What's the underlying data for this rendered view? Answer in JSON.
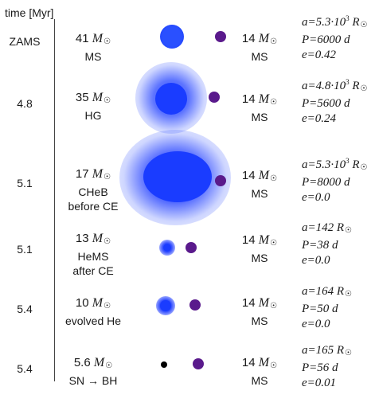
{
  "header": "time [Myr]",
  "rows": [
    {
      "time": "ZAMS",
      "primary_mass": "41",
      "primary_label": "MS",
      "companion_mass": "14",
      "companion_label": "MS",
      "a": "a=5.3·10",
      "a_exp": "3",
      "a_unit": "R",
      "P": "P=6000 d",
      "e": "e=0.42",
      "primary_color": "#1a3cff",
      "companion_color": "#5a1a8c"
    },
    {
      "time": "4.8",
      "primary_mass": "35",
      "primary_label": "HG",
      "companion_mass": "14",
      "companion_label": "MS",
      "a": "a=4.8·10",
      "a_exp": "3",
      "a_unit": "R",
      "P": "P=5600 d",
      "e": "e=0.24",
      "primary_color": "#1a3cff",
      "companion_color": "#5a1a8c"
    },
    {
      "time": "5.1",
      "primary_mass": "17",
      "primary_label": "CHeB",
      "primary_sub": "before CE",
      "companion_mass": "14",
      "companion_label": "MS",
      "a": "a=5.3·10",
      "a_exp": "3",
      "a_unit": "R",
      "P": "P=8000 d",
      "e": "e=0.0",
      "primary_color": "#1a3cff",
      "companion_color": "#5a1a8c"
    },
    {
      "time": "5.1",
      "primary_mass": "13",
      "primary_label": "HeMS",
      "primary_sub": "after CE",
      "companion_mass": "14",
      "companion_label": "MS",
      "a": "a=142",
      "a_exp": "",
      "a_unit": "R",
      "P": "P=38 d",
      "e": "e=0.0",
      "primary_color": "#1a3cff",
      "companion_color": "#5a1a8c"
    },
    {
      "time": "5.4",
      "primary_mass": "10",
      "primary_label": "evolved He",
      "companion_mass": "14",
      "companion_label": "MS",
      "a": "a=164",
      "a_exp": "",
      "a_unit": "R",
      "P": "P=50 d",
      "e": "e=0.0",
      "primary_color": "#1a3cff",
      "companion_color": "#5a1a8c"
    },
    {
      "time": "5.4",
      "primary_mass": "5.6",
      "primary_label": "SN → BH",
      "companion_mass": "14",
      "companion_label": "MS",
      "a": "a=165",
      "a_exp": "",
      "a_unit": "R",
      "P": "P=56 d",
      "e": "e=0.01",
      "primary_color": "#000000",
      "companion_color": "#5a1a8c"
    }
  ]
}
